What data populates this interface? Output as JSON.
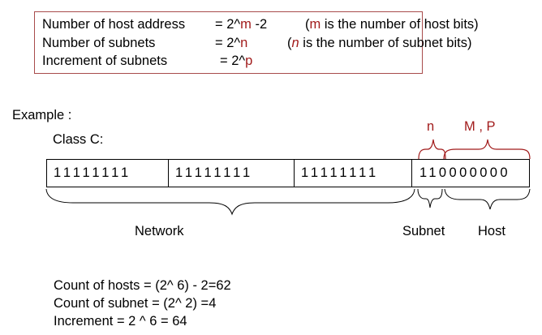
{
  "formulas": [
    {
      "label": "Number of host address",
      "eq": "= 2^",
      "var": "m",
      "tail": " -2",
      "note_pre": "(",
      "note_var": "m",
      "note_post": " is the number of host bits)"
    },
    {
      "label": "Number of subnets",
      "eq": "= 2^",
      "var": "n",
      "tail": "",
      "note_pre": "(",
      "note_var": "n",
      "note_post": " is the number of subnet bits)"
    },
    {
      "label": "Increment of subnets",
      "eq": "= 2^",
      "var": "p",
      "tail": "",
      "note_pre": "",
      "note_var": "",
      "note_post": ""
    }
  ],
  "example_label": "Example :",
  "class_label": "Class C:",
  "octets": [
    "11111111",
    "11111111",
    "11111111",
    "110000000"
  ],
  "brace_labels": {
    "n": "n",
    "mp": "M , P"
  },
  "group_labels": {
    "network": "Network",
    "subnet": "Subnet",
    "host": "Host"
  },
  "results": [
    "Count of hosts = (2^ 6) - 2=62",
    "Count of subnet = (2^ 2) =4",
    "Increment = 2 ^ 6 = 64"
  ],
  "colors": {
    "accent": "#a11b1b",
    "box_border": "#a84b4b",
    "brace_red": "#a11b1b"
  }
}
